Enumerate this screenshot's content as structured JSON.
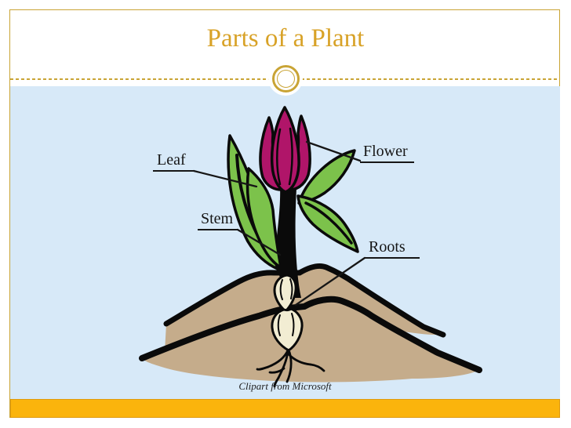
{
  "slide": {
    "title": "Parts of a Plant",
    "labels": [
      {
        "id": "leaf",
        "text": "Leaf"
      },
      {
        "id": "flower",
        "text": "Flower"
      },
      {
        "id": "stem",
        "text": "Stem"
      },
      {
        "id": "roots",
        "text": "Roots"
      }
    ],
    "caption": "Clipart from Microsoft",
    "decorations": {
      "divider_ornament_icon": "double-ring-circle",
      "divider_style": "dashed-line"
    },
    "colors": {
      "title_gold": "#D8A227",
      "accent_gold": "#C9A435",
      "bar_amber": "#FBB40C",
      "bar_border": "#DE9A10",
      "sky_blue": "#D7E9F8",
      "flower_magenta": "#B01569",
      "leaf_green": "#7CC24B",
      "soil_tan": "#C5AC8B",
      "bulb_cream": "#F2EDD3",
      "ink": "#161616"
    }
  }
}
